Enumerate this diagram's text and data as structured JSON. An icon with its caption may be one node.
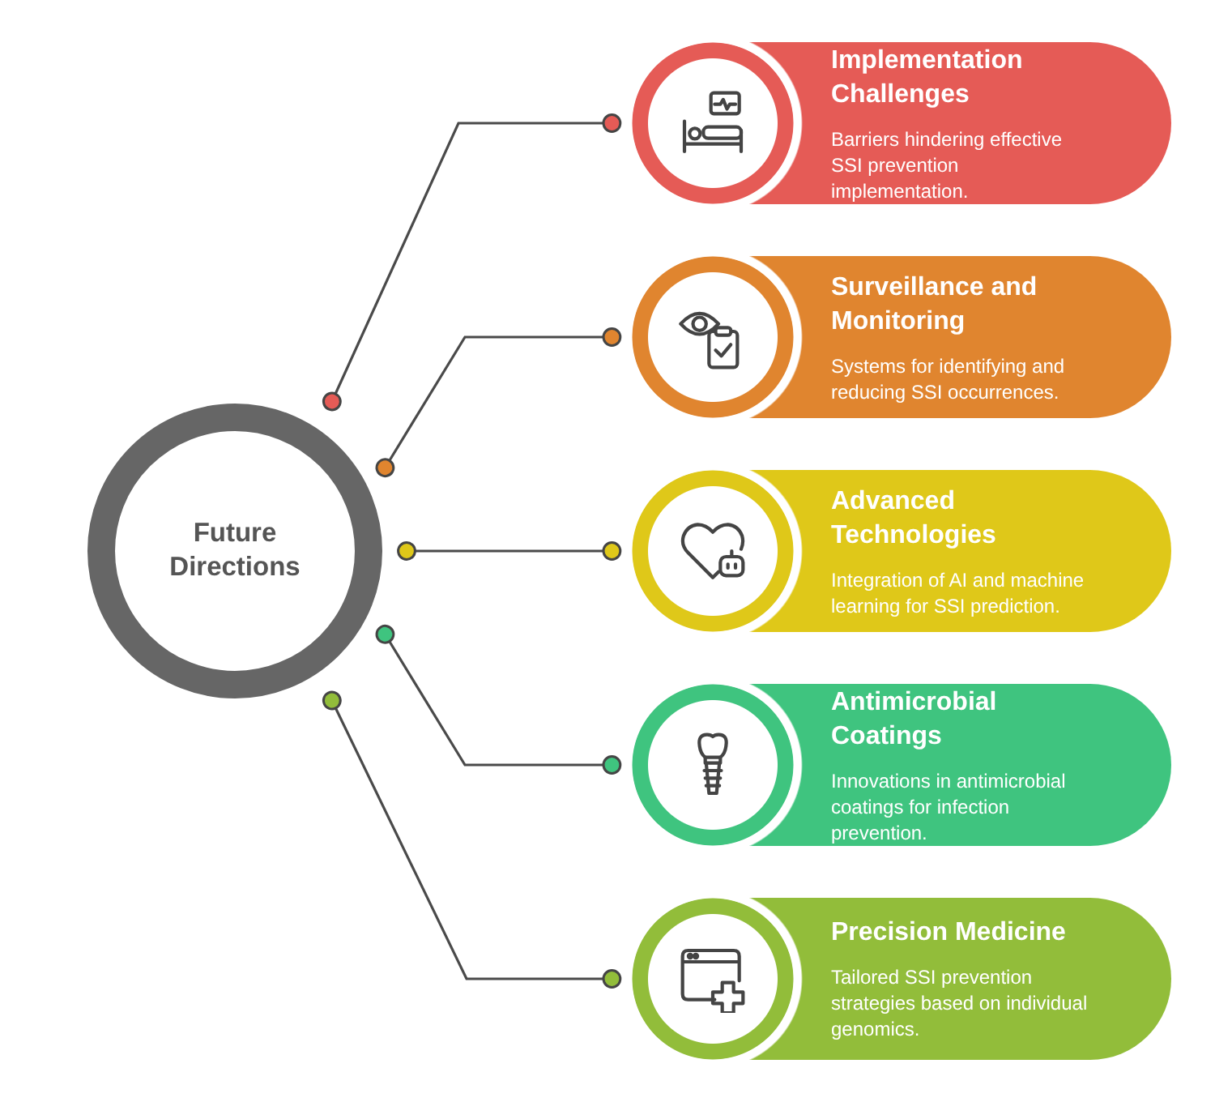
{
  "diagram": {
    "nodes": [
      {
        "text": [
          "Future Directions"
        ]
      },
      {
        "text": [
          "Implementation Challenges",
          "Barriers hindering effective SSI prevention implementation."
        ]
      },
      {
        "text": [
          "Surveillance and Monitoring",
          "Systems for identifying and reducing SSI occurrences."
        ]
      },
      {
        "text": [
          "Advanced Technologies",
          "Integration of AI and machine learning for SSI prediction."
        ]
      },
      {
        "text": [
          "Antimicrobial Coatings",
          "Innovations in antimicrobial coatings for infection prevention."
        ]
      },
      {
        "text": [
          "Precision Medicine",
          "Tailored SSI prevention strategies based on individual genomics."
        ]
      }
    ],
    "edges": [
      {
        "from": 0,
        "to": 1,
        "arrow": "other"
      },
      {
        "from": 0,
        "to": 2,
        "arrow": "other"
      },
      {
        "from": 0,
        "to": 3,
        "arrow": "other"
      },
      {
        "from": 0,
        "to": 4,
        "arrow": "other"
      },
      {
        "from": 0,
        "to": 5,
        "arrow": "other"
      }
    ]
  }
}
